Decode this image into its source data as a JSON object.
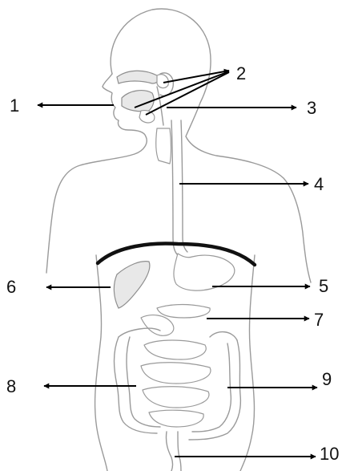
{
  "labels": [
    "1",
    "2",
    "3",
    "4",
    "5",
    "6",
    "7",
    "8",
    "9",
    "10"
  ]
}
